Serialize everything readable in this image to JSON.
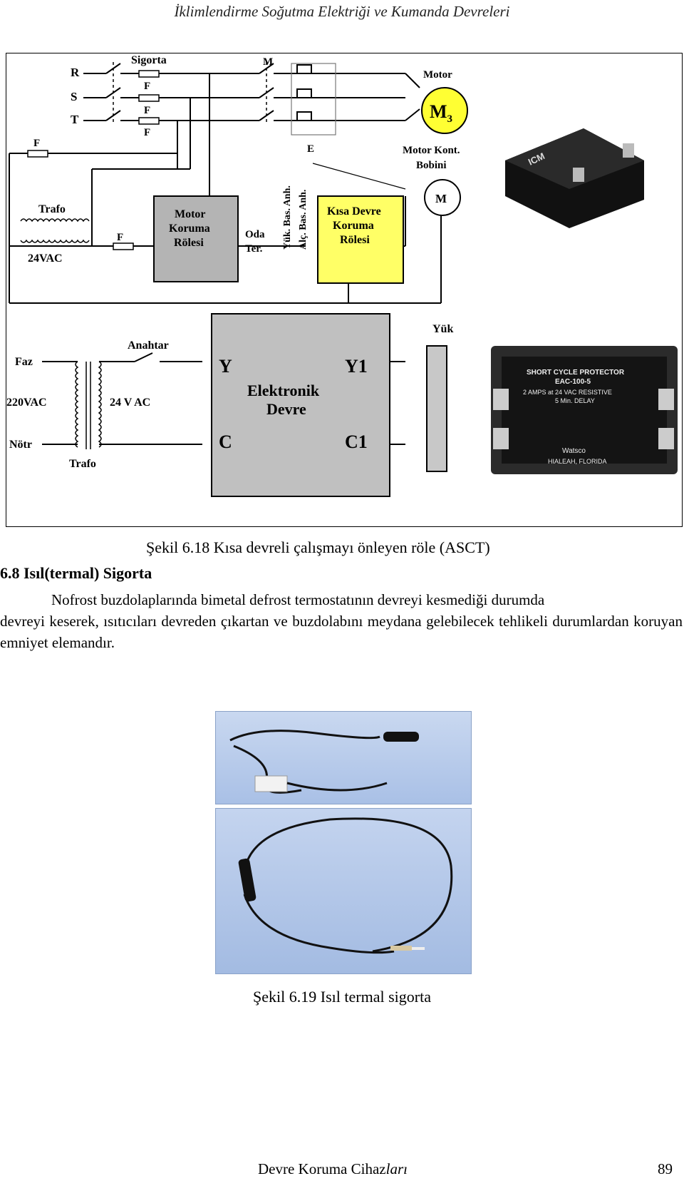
{
  "header": "İklimlendirme Soğutma Elektriği ve Kumanda Devreleri",
  "figure1": {
    "top_circuit": {
      "phases": [
        "R",
        "S",
        "T"
      ],
      "fuse_group_label": "Sigorta",
      "fuse_label": "F",
      "contactor_label": "M",
      "overload_label": "E",
      "motor_label": "Motor",
      "motor_symbol": "M",
      "motor_subscript": "3",
      "coil_label_1": "Motor Kont.",
      "coil_label_2": "Bobini",
      "coil_symbol": "M",
      "transformer_label": "Trafo",
      "transformer_voltage": "24VAC",
      "relay1_lines": [
        "Motor",
        "Koruma",
        "Rölesi"
      ],
      "room_thermostat_1": "Oda",
      "room_thermostat_2": "Ter.",
      "high_pressure": "Yük. Bas. Anh.",
      "low_pressure": "Alç. Bas. Anh.",
      "relay2_lines": [
        "Kısa Devre",
        "Koruma",
        "Rölesi"
      ]
    },
    "bottom_circuit": {
      "switch_label": "Anahtar",
      "phase_label": "Faz",
      "mains_voltage": "220VAC",
      "neutral_label": "Nötr",
      "transformer_label": "Trafo",
      "secondary_voltage": "24 V AC",
      "terminal_y": "Y",
      "terminal_y1": "Y1",
      "terminal_c": "C",
      "terminal_c1": "C1",
      "box_line1": "Elektronik",
      "box_line2": "Devre",
      "load_label": "Yük"
    },
    "product1_brand": "ICM",
    "product2": {
      "title": "SHORT CYCLE PROTECTOR",
      "model": "EAC-100-5",
      "spec1": "2 AMPS at 24 VAC RESISTIVE",
      "spec2": "5 Min. DELAY",
      "brand": "Watsco",
      "location": "HIALEAH, FLORIDA"
    }
  },
  "caption1": "Şekil 6.18 Kısa devreli çalışmayı önleyen röle (ASCT)",
  "section_title": "6.8  Isıl(termal) Sigorta",
  "paragraph": {
    "line1": "Nofrost buzdolaplarında bimetal defrost termostatının devreyi kesmediği durumda",
    "rest": "devreyi keserek, ısıtıcıları devreden çıkartan ve buzdolabını meydana gelebilecek tehlikeli durumlardan koruyan emniyet elemandır."
  },
  "caption2": "Şekil 6.19 Isıl termal sigorta",
  "footer": {
    "title_normal": "Devre Koruma Cihaz",
    "title_italic": "ları",
    "page": "89"
  },
  "colors": {
    "motor_yellow": "#ffff33",
    "relay_yellow": "#ffff66",
    "relay_gray": "#b4b4b4",
    "photo_blue": "#b5c9ea"
  }
}
